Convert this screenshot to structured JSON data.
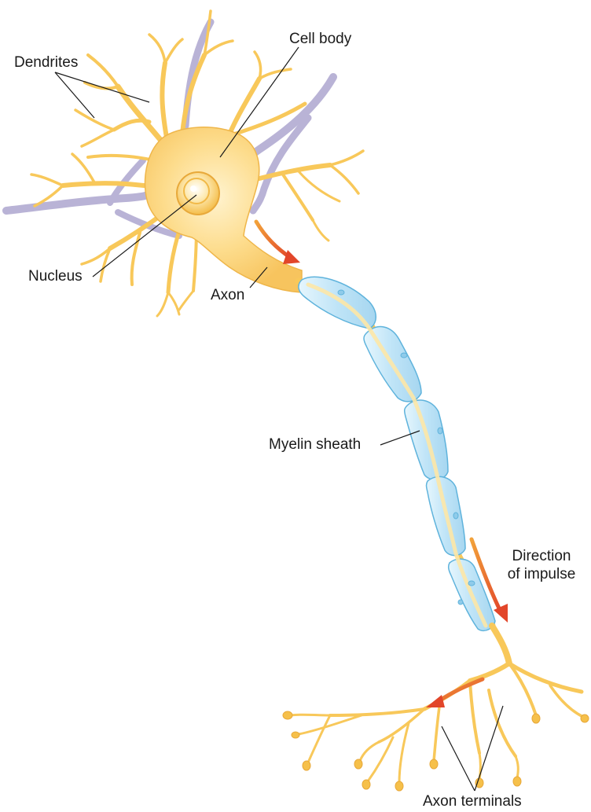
{
  "labels": {
    "dendrites": "Dendrites",
    "cell_body": "Cell body",
    "nucleus": "Nucleus",
    "axon": "Axon",
    "myelin_sheath": "Myelin sheath",
    "direction_line1": "Direction",
    "direction_line2": "of impulse",
    "axon_terminals": "Axon terminals"
  },
  "colors": {
    "neuron_fill": "#fcd47a",
    "neuron_light": "#fff1c8",
    "neuron_edge": "#e8a93a",
    "neighbor_dendrite": "#b9b3d6",
    "myelin_fill": "#bfe4f7",
    "myelin_edge": "#5fb3dc",
    "arrow": "#e2462a",
    "leader_line": "#1a1a1a"
  }
}
